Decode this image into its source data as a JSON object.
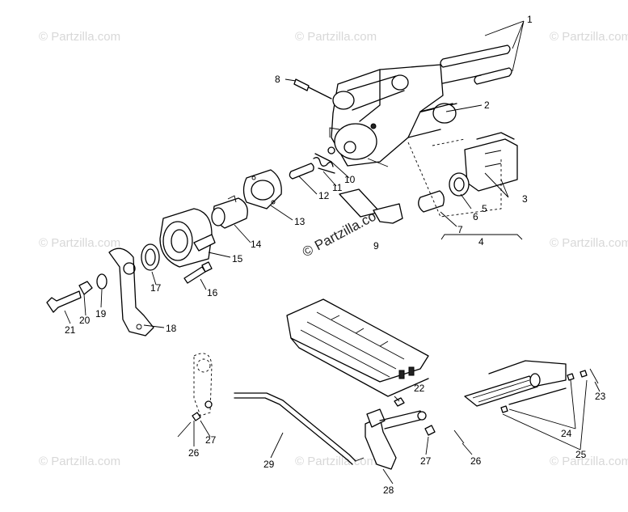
{
  "watermark": {
    "text": "© Partzilla.com",
    "center_text": "© Partzilla.com"
  },
  "callouts": [
    "1",
    "2",
    "3",
    "4",
    "5",
    "6",
    "7",
    "8",
    "9",
    "10",
    "11",
    "12",
    "13",
    "14",
    "15",
    "16",
    "17",
    "18",
    "19",
    "20",
    "21",
    "22",
    "23",
    "24",
    "25",
    "26",
    "27",
    "26",
    "27",
    "28",
    "29"
  ]
}
